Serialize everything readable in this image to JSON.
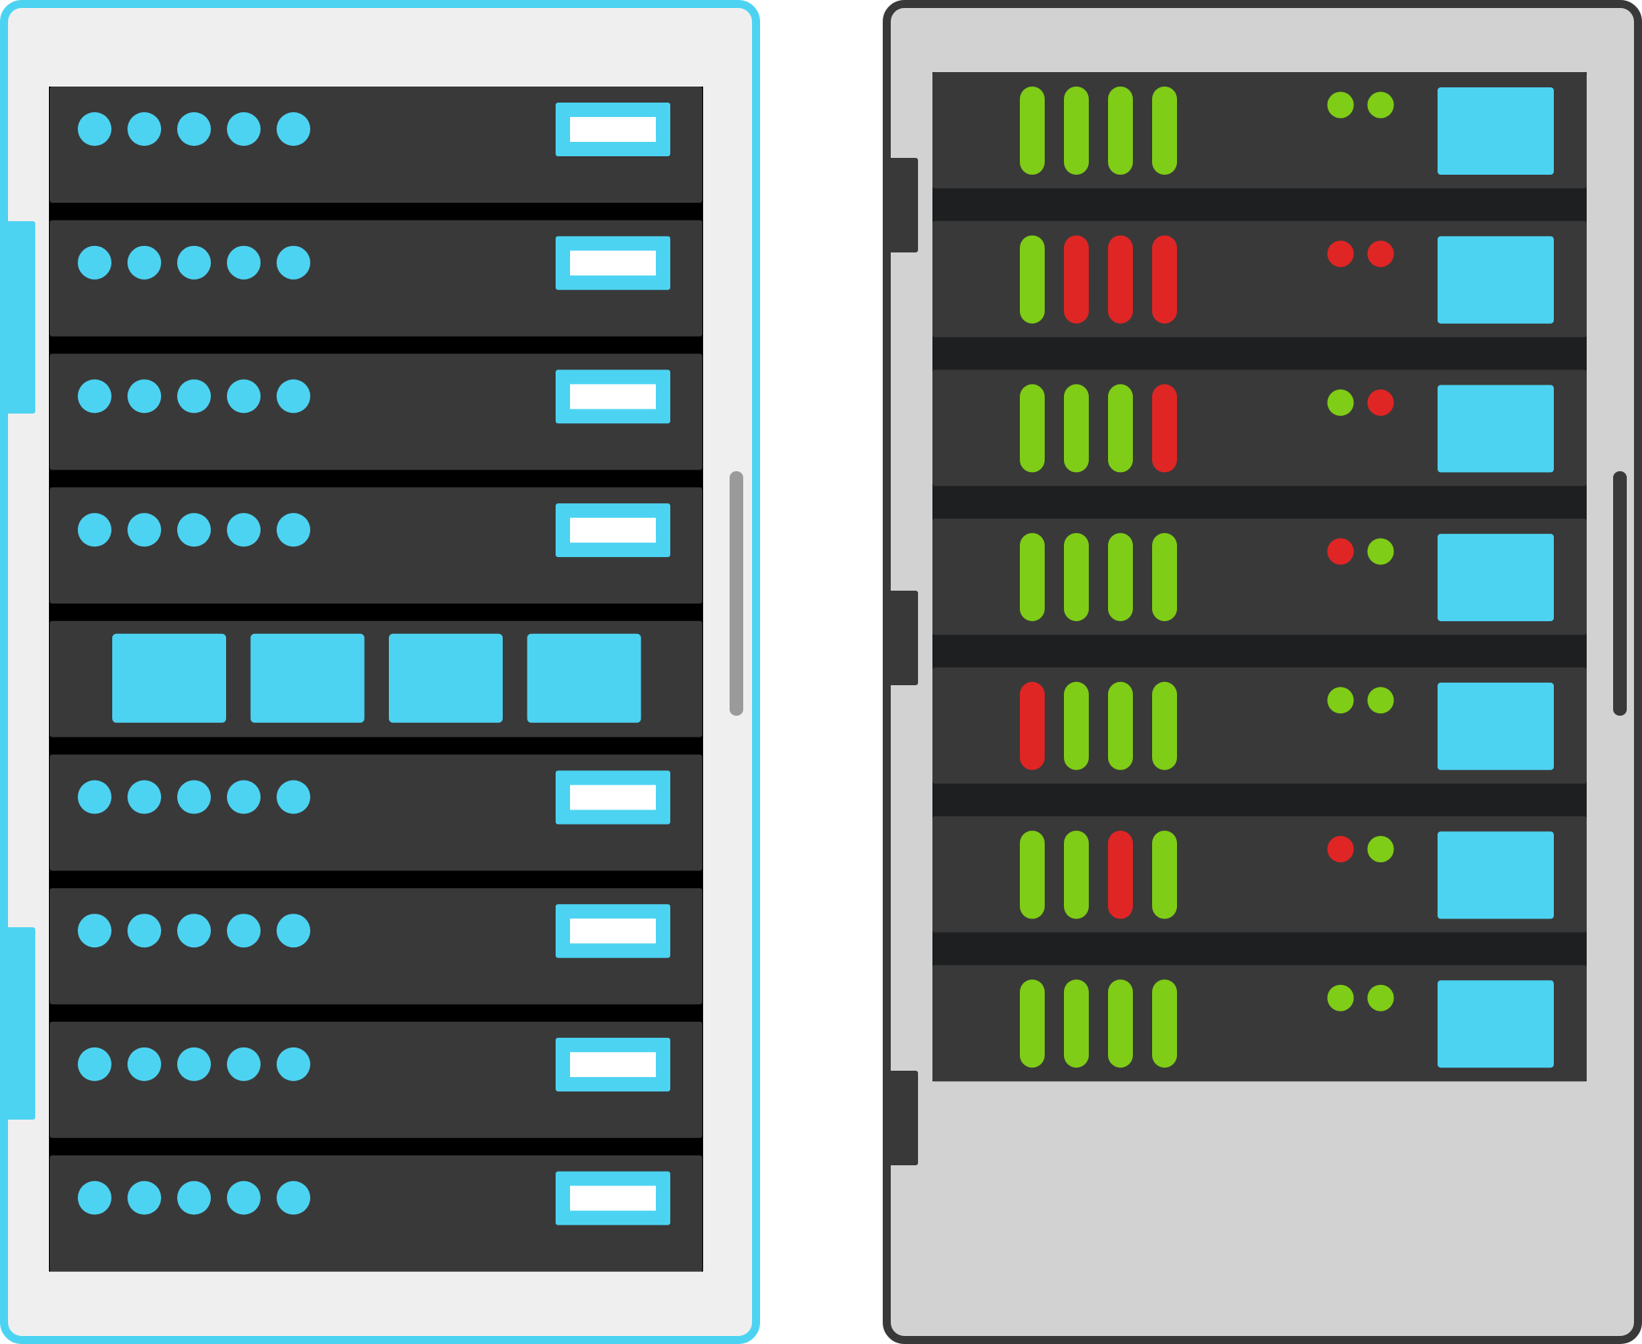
{
  "colors": {
    "background": "#ffffff",
    "accent": "#4dd3f2",
    "left_cabinet_fill": "#efefef",
    "left_cabinet_border": "#4dd3f2",
    "right_cabinet_fill": "#d2d2d2",
    "right_cabinet_border": "#393939",
    "unit_face": "#393939",
    "unit_gap_left": "#000000",
    "unit_gap_right": "#1d1f21",
    "handle_left": "#9a9a9a",
    "handle_right": "#393939",
    "drive_slot": "#ffffff",
    "status_ok": "#7fcd16",
    "status_error": "#e02525"
  },
  "left_rack": {
    "units": [
      {
        "kind": "led-drive",
        "leds": 5
      },
      {
        "kind": "led-drive",
        "leds": 5
      },
      {
        "kind": "led-drive",
        "leds": 5
      },
      {
        "kind": "led-drive",
        "leds": 5
      },
      {
        "kind": "block-panel",
        "blocks": 4
      },
      {
        "kind": "led-drive",
        "leds": 5
      },
      {
        "kind": "led-drive",
        "leds": 5
      },
      {
        "kind": "led-drive",
        "leds": 5
      },
      {
        "kind": "led-drive",
        "leds": 5
      }
    ]
  },
  "right_rack": {
    "units": [
      {
        "bars": [
          "ok",
          "ok",
          "ok",
          "ok"
        ],
        "dots": [
          "ok",
          "ok"
        ]
      },
      {
        "bars": [
          "ok",
          "error",
          "error",
          "error"
        ],
        "dots": [
          "error",
          "error"
        ]
      },
      {
        "bars": [
          "ok",
          "ok",
          "ok",
          "error"
        ],
        "dots": [
          "ok",
          "error"
        ]
      },
      {
        "bars": [
          "ok",
          "ok",
          "ok",
          "ok"
        ],
        "dots": [
          "error",
          "ok"
        ]
      },
      {
        "bars": [
          "error",
          "ok",
          "ok",
          "ok"
        ],
        "dots": [
          "ok",
          "ok"
        ]
      },
      {
        "bars": [
          "ok",
          "ok",
          "error",
          "ok"
        ],
        "dots": [
          "error",
          "ok"
        ]
      },
      {
        "bars": [
          "ok",
          "ok",
          "ok",
          "ok"
        ],
        "dots": [
          "ok",
          "ok"
        ]
      }
    ]
  }
}
